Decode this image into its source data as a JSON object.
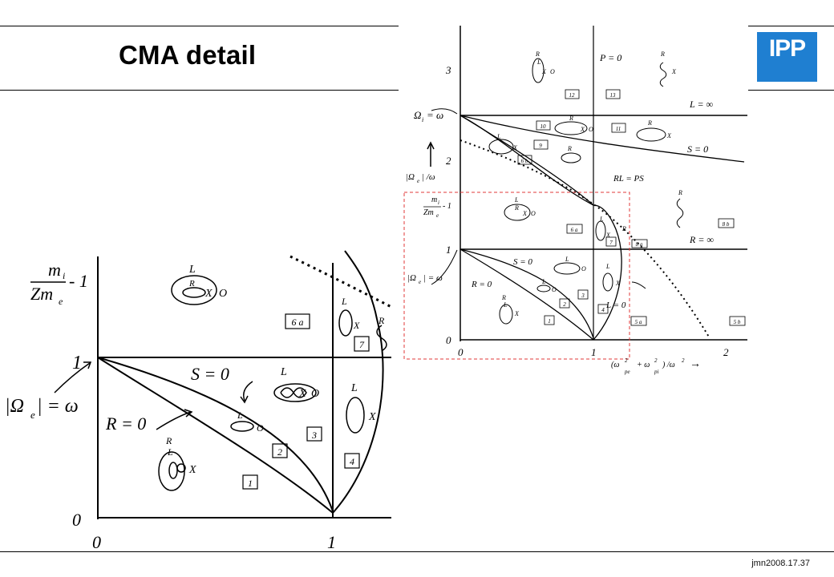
{
  "slide": {
    "title": "CMA detail",
    "logo_text": "IPP",
    "logo_color": "#1f7fd1",
    "footer": "jmn2008.17.37"
  },
  "left_diagram": {
    "y_top_label_num": "m",
    "y_top_label_sub": "i",
    "y_top_label_den": "Zm",
    "y_top_label_den_sub": "e",
    "y_top_label_minus": "- 1",
    "y_tick_1": "1",
    "y_tick_0": "0",
    "x_tick_0": "0",
    "x_tick_1": "1",
    "omega_e_label": "|Ω",
    "omega_e_sub": "e",
    "omega_e_rest": "| = ω",
    "s0_label": "S = 0",
    "r0_label": "R = 0",
    "region_labels": [
      "6 a",
      "7",
      "3",
      "2",
      "1",
      "4"
    ],
    "wave_letters": {
      "L": "L",
      "R": "R",
      "X": "X",
      "O": "O"
    }
  },
  "right_diagram": {
    "y_ticks": [
      "3",
      "2",
      "1",
      "0"
    ],
    "x_ticks": [
      "0",
      "1",
      "2"
    ],
    "p0": "P = 0",
    "l_inf": "L = ∞",
    "s0": "S = 0",
    "rl_ps": "RL = PS",
    "r_inf": "R = ∞",
    "s0_lower": "S = 0",
    "r0": "R = 0",
    "l0": "L = 0",
    "omega_i": "Ω",
    "omega_i_sub": "i",
    "omega_i_rest": "= ω",
    "omega_e_axis": "|Ω",
    "omega_e_axis_sub": "e",
    "omega_e_axis_rest": "| /ω",
    "omega_e_eq": "|Ω",
    "omega_e_eq_sub": "e",
    "omega_e_eq_rest": "| = ω",
    "mi_label": "m",
    "mi_sub": "i",
    "zme_label": "Zm",
    "zme_sub": "e",
    "minus1": "- 1",
    "x_axis_label_open": "(ω",
    "x_axis_pe_sup": "2",
    "x_axis_pe_sub": "pe",
    "x_axis_plus": "+ ω",
    "x_axis_pi_sup": "2",
    "x_axis_pi_sub": "pi",
    "x_axis_close": ") /ω",
    "x_axis_close_sup": "2",
    "arrow": "→",
    "region_labels": [
      "12",
      "13",
      "10",
      "11",
      "9",
      "6 b",
      "6 a",
      "7",
      "8 a",
      "8 b",
      "3",
      "2",
      "4",
      "1",
      "5 a",
      "5 b"
    ],
    "wave_letters": {
      "L": "L",
      "R": "R",
      "X": "X",
      "O": "O"
    },
    "dash_box_color": "#e03a3a"
  }
}
